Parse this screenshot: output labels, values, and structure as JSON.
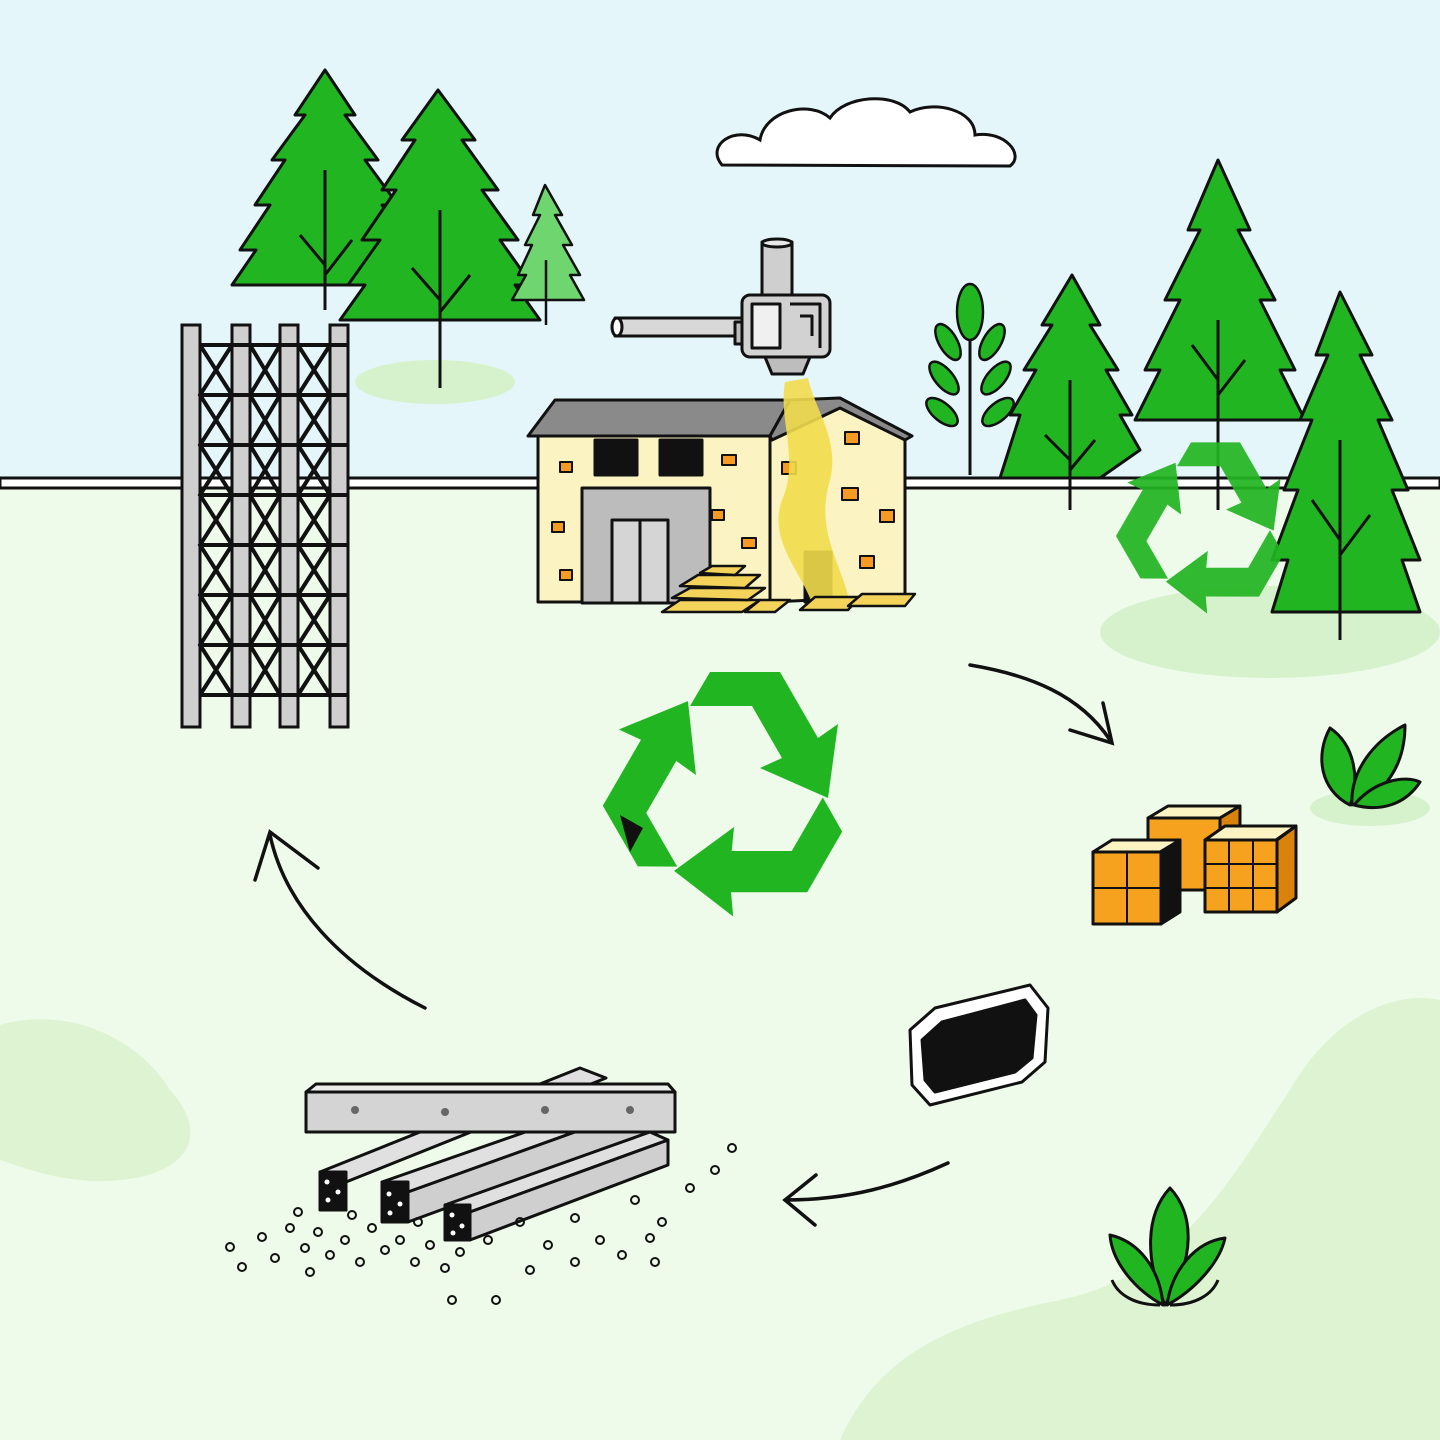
{
  "palette": {
    "sky": "#e4f6fa",
    "ground": "#eefbea",
    "tree_green": "#22b522",
    "light_tree_green": "#6fd66f",
    "recycle_green": "#22b522",
    "steel_gray": "#c8c8c8",
    "outline": "#111111",
    "building_wall": "#fbf3c2",
    "window_orange": "#f59a23",
    "box_orange": "#f7a21e",
    "gold_bars": "#f3d35a",
    "melt_yellow": "#f2dc4d",
    "blob_green": "#ddf3d2"
  },
  "diagram": {
    "description_text": "",
    "elements": [
      {
        "id": "steel-lattice-tower",
        "icon": "lattice-tower"
      },
      {
        "id": "factory-building",
        "icon": "factory"
      },
      {
        "id": "smelting-crane",
        "icon": "crane-nozzle"
      },
      {
        "id": "gold-bars",
        "icon": "gold-bars"
      },
      {
        "id": "central-recycle-symbol",
        "icon": "recycle"
      },
      {
        "id": "forest-recycle-symbol",
        "icon": "recycle"
      },
      {
        "id": "orange-crates",
        "icon": "crates"
      },
      {
        "id": "black-slab",
        "icon": "slab"
      },
      {
        "id": "steel-beams",
        "icon": "beams"
      },
      {
        "id": "arrow-top-right",
        "icon": "curved-arrow"
      },
      {
        "id": "arrow-bottom",
        "icon": "curved-arrow"
      },
      {
        "id": "arrow-left",
        "icon": "curved-arrow"
      }
    ]
  }
}
